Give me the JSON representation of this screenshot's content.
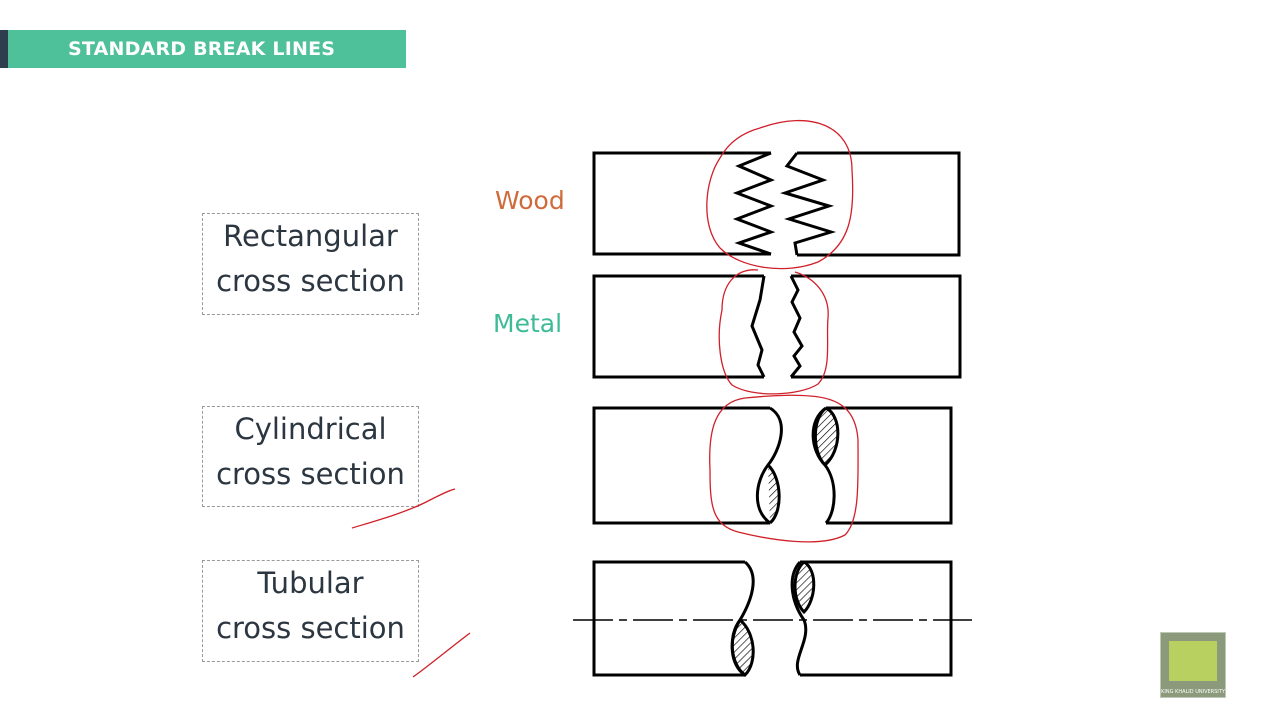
{
  "title": "STANDARD BREAK LINES",
  "labels": {
    "rectangular": [
      "Rectangular",
      "cross section"
    ],
    "cylindrical": [
      "Cylindrical",
      "cross section"
    ],
    "tubular": [
      "Tubular",
      "cross section"
    ]
  },
  "materials": {
    "wood": "Wood",
    "metal": "Metal"
  },
  "logo_text": "KING KHALID UNIVERSITY",
  "colors": {
    "accent": "#4ec09a",
    "wood": "#d06a3a",
    "metal": "#3dbb96",
    "annotation": "#d0202a"
  }
}
